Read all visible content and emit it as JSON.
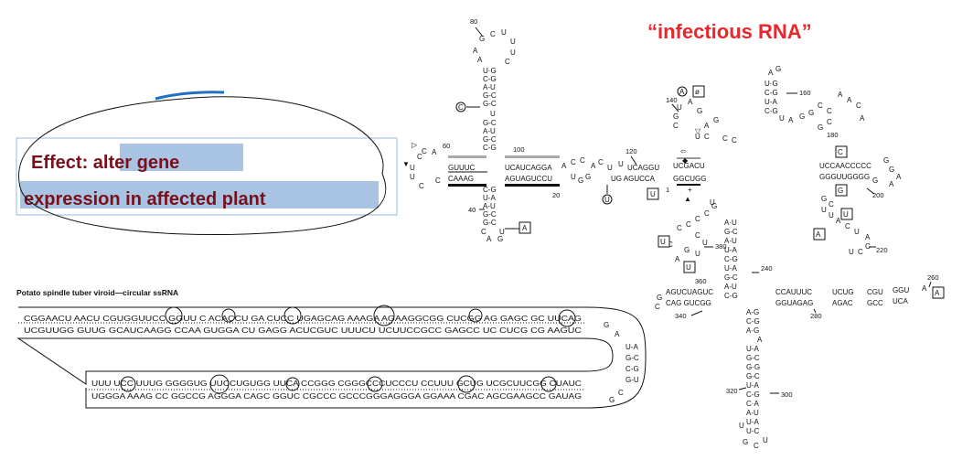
{
  "heading": {
    "text": "“infectious RNA”",
    "color": "#e8262b"
  },
  "effect_box": {
    "prefix": "Effect: ",
    "line1_highlight": "alter gene",
    "line2_highlight": "expression in affected plant",
    "text_color": "#7a0f1a",
    "highlight_color": "#a9c4e3",
    "ellipse_color": "#1f6fc5"
  },
  "linear_diagram": {
    "caption": "Potato spindle tuber viroid—circular ssRNA",
    "top_strand_upper": "CGGAACU AACU CGUGGUUCC    GGUU C ACACCU  GA CUCC UGAGCAG AAAGA    AGAAGGCGG  CUCGG AG GAGC GC UUCAG",
    "top_strand_lower": "UCGUUGG  GUUG  GCAUCAAGG    CCAA  GUGGA  CU GAGG ACUCGUC  UUUCU    UCUUCCGCC  GAGCC UC CUCG CG AAGUC",
    "bottom_strand_upper": "UUU UCC UUUG GGGGUG  UUCCUGUGG  UUCA CCGGG  CGGGCCCUCCCU  CCUUU GCUG  UCGCUUCGG  CUAUC",
    "bottom_strand_lower": "UGGGA AAAG CC GGCCG  AGGGA CAGC  GGUC CGCCC  GCCCGGGAGGGA  GGAAA CGAC  AGCGAAGCC  GAUAG"
  },
  "structure": {
    "numbers": [
      "80",
      "60",
      "100",
      "120",
      "140",
      "20",
      "40",
      "160",
      "180",
      "200",
      "220",
      "240",
      "260",
      "280",
      "300",
      "320",
      "340",
      "360",
      "380"
    ],
    "boxed_letters": [
      "A",
      "ø",
      "C",
      "G",
      "U",
      "U",
      "A",
      "A",
      "U",
      "U",
      "A",
      "U"
    ],
    "circled_letters": [
      "C",
      "U",
      "A"
    ]
  }
}
